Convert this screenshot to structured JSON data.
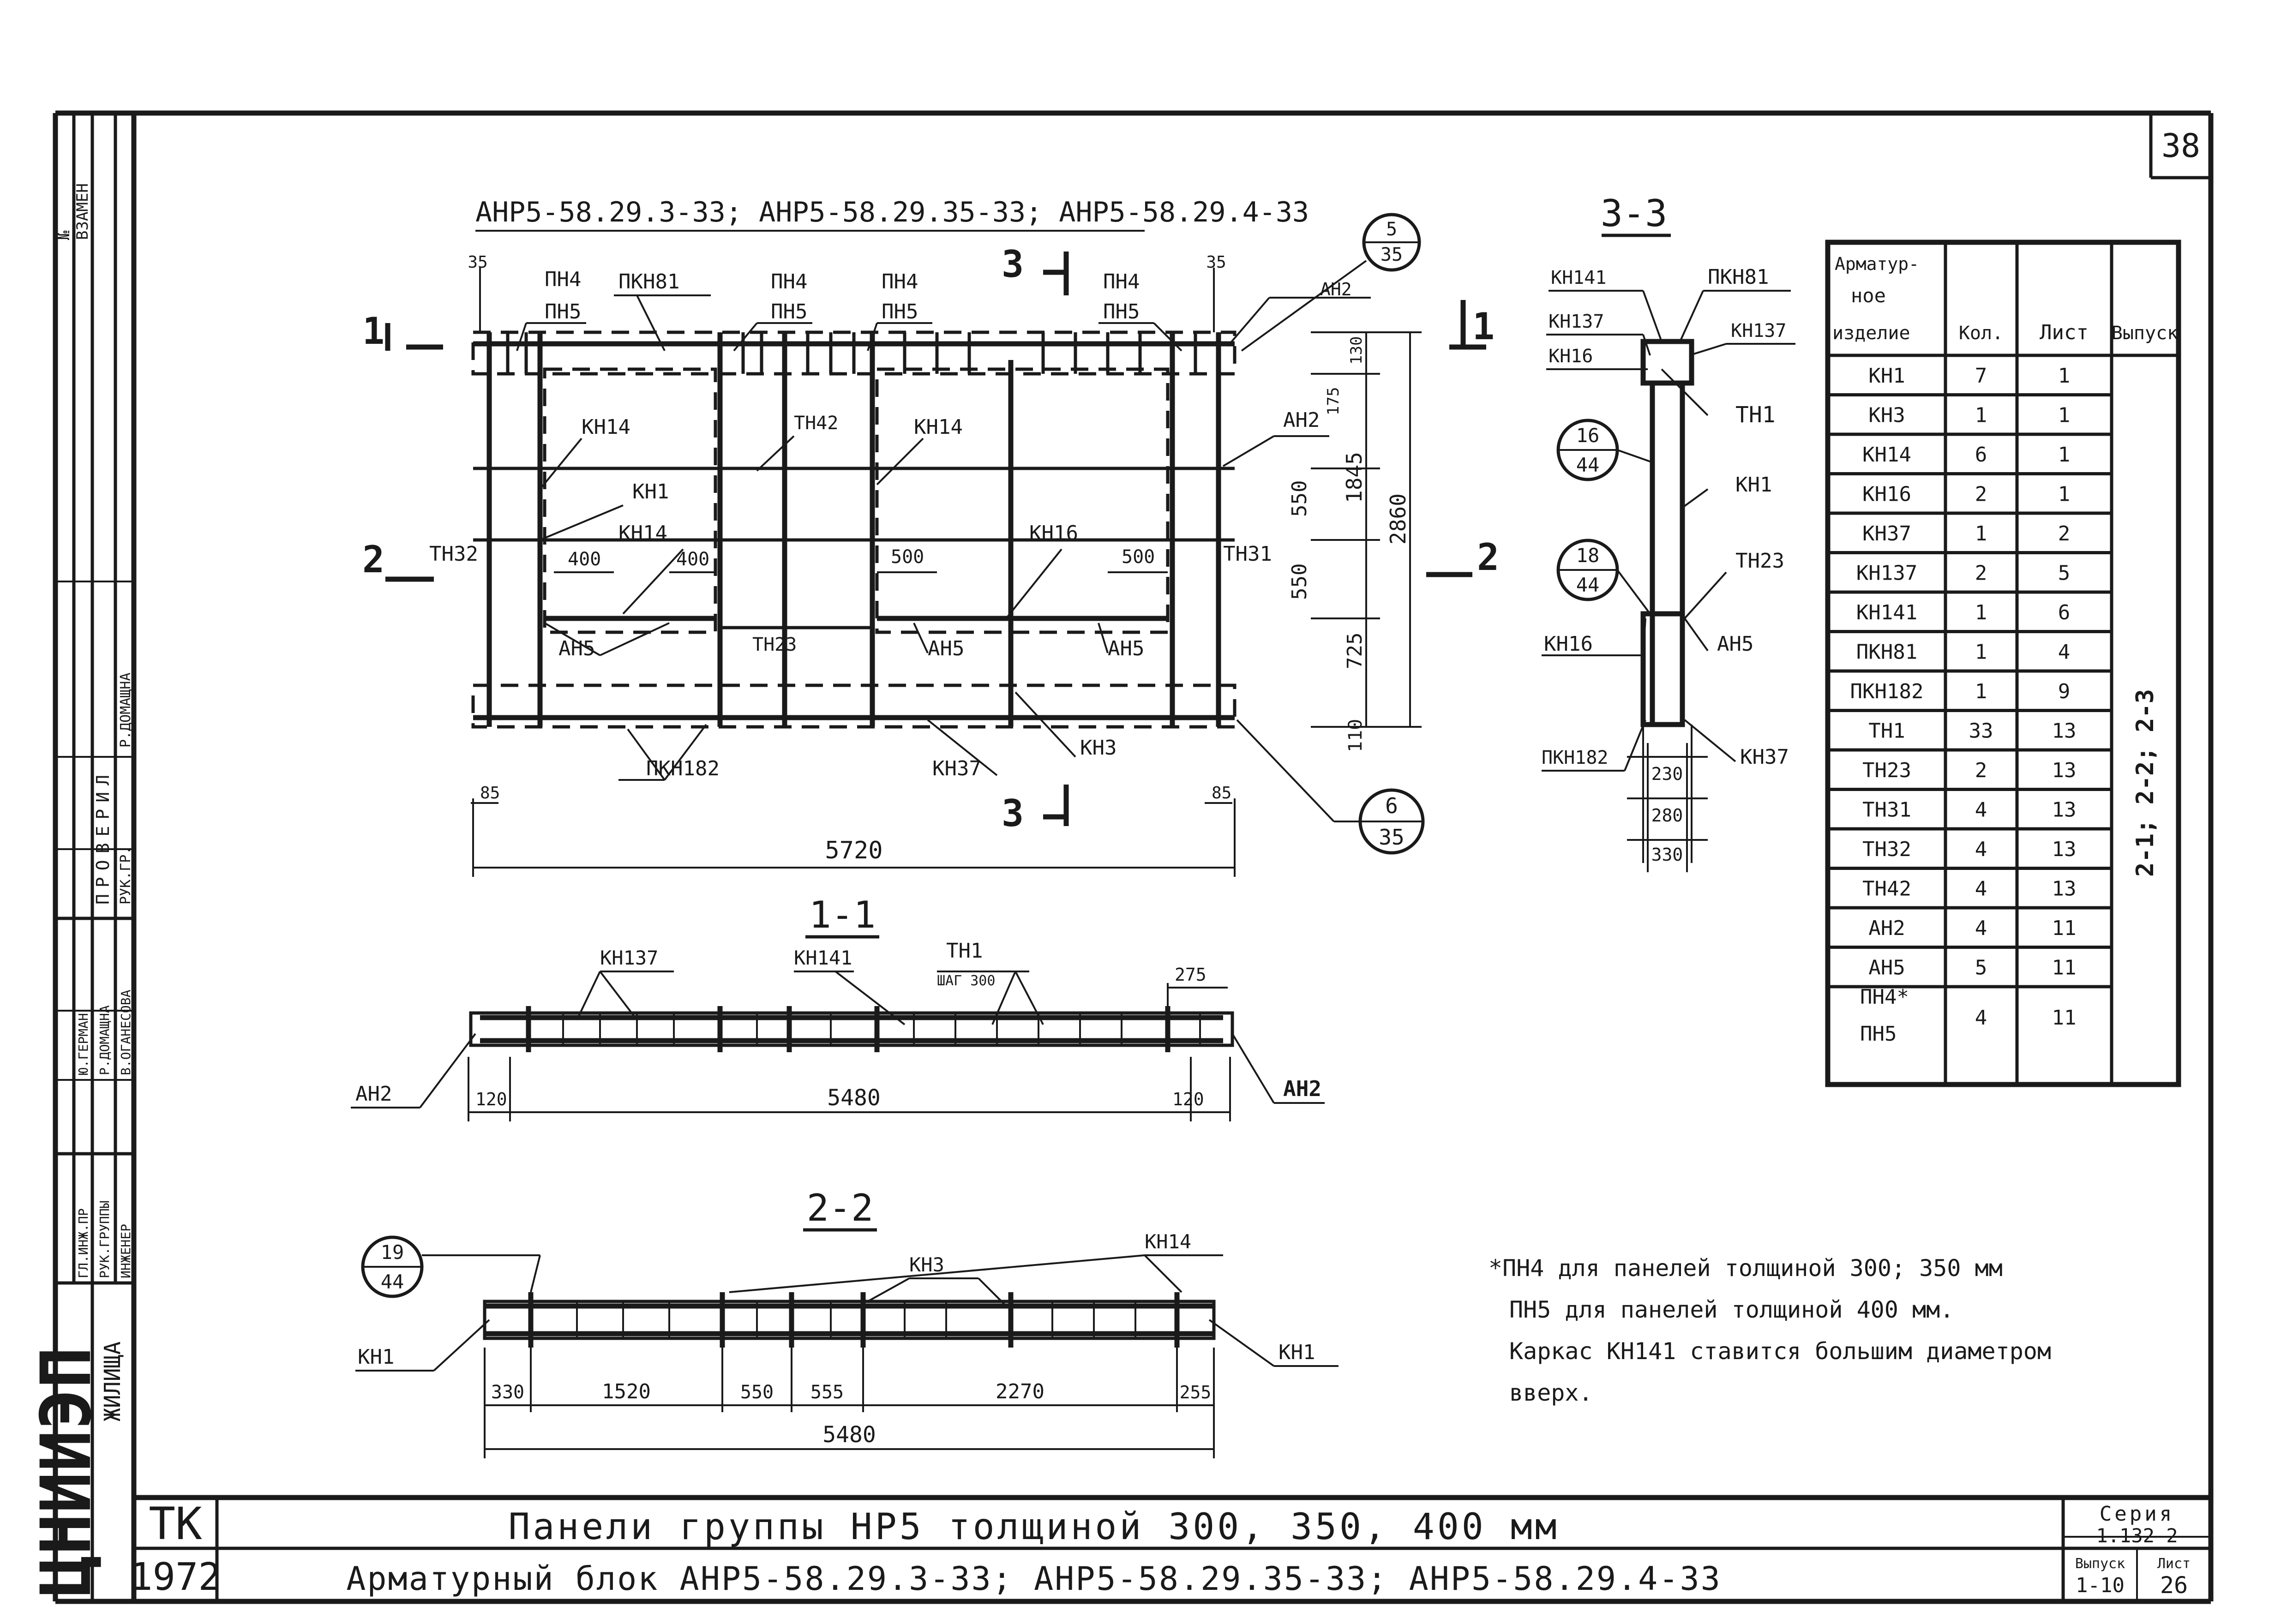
{
  "sheet_corner_number": "38",
  "main_view": {
    "title": "АНР5-58.29.3-33; АНР5-58.29.35-33; АНР5-58.29.4-33",
    "callout_top": {
      "num": "5",
      "den": "35"
    },
    "callout_bottom": {
      "num": "6",
      "den": "35"
    },
    "section_mark_1": "1",
    "section_mark_2": "2",
    "section_mark_3": "3",
    "labels": {
      "pn4_a": "ПН4",
      "pn5_a": "ПН5",
      "pkn81": "ПКН81",
      "pn4_b": "ПН4",
      "pn5_b": "ПН5",
      "pn4_c": "ПН4",
      "pn5_c": "ПН5",
      "pn4_d": "ПН4",
      "pn5_d": "ПН5",
      "an2_top": "АН2",
      "an2_right": "АН2",
      "kn14_a": "КН14",
      "kn1": "КН1",
      "kn14_b": "КН14",
      "tn42": "ТН42",
      "kn14_c": "КН14",
      "tn32": "ТН32",
      "tn31": "ТН31",
      "tn23": "ТН23",
      "kn16": "КН16",
      "an5_a": "АН5",
      "an5_b": "АН5",
      "an5_c": "АН5",
      "pkn182": "ПКН182",
      "kn37": "КН37",
      "kn3": "КН3"
    },
    "dims": {
      "d35_left": "35",
      "d35_right": "35",
      "d400_a": "400",
      "d400_b": "400",
      "d500_a": "500",
      "d500_b": "500",
      "d130": "130",
      "d175": "175",
      "d550_a": "550",
      "d550_b": "550",
      "d725": "725",
      "d110": "110",
      "d1845": "1845",
      "d2860": "2860",
      "d85_left": "85",
      "d85_right": "85",
      "d5720": "5720"
    }
  },
  "section_3_3": {
    "title": "3-3",
    "callouts": [
      {
        "num": "16",
        "den": "44"
      },
      {
        "num": "18",
        "den": "44"
      }
    ],
    "labels": {
      "kn141": "КН141",
      "pkn81": "ПКН81",
      "kn137_l": "КН137",
      "kn137_r": "КН137",
      "kn16_top": "КН16",
      "tn1": "ТН1",
      "kn1": "КН1",
      "tn23": "ТН23",
      "kn16": "КН16",
      "an5": "АН5",
      "pkn182": "ПКН182",
      "kn37": "КН37"
    },
    "dims": {
      "d230": "230",
      "d280": "280",
      "d330": "330"
    }
  },
  "section_1_1": {
    "title": "1-1",
    "labels": {
      "kn137": "КН137",
      "kn141": "КН141",
      "tn1": "ТН1",
      "step": "ШАГ 300",
      "an2_l": "АН2",
      "an2_r": "АН2"
    },
    "dims": {
      "d275": "275",
      "d120_l": "120",
      "d5480": "5480",
      "d120_r": "120"
    }
  },
  "section_2_2": {
    "title": "2-2",
    "callout": {
      "num": "19",
      "den": "44"
    },
    "labels": {
      "kn3": "КН3",
      "kn14": "КН14",
      "kn1_l": "КН1",
      "kn1_r": "КН1"
    },
    "dims": {
      "d330": "330",
      "d1520": "1520",
      "d550": "550",
      "d555": "555",
      "d2270": "2270",
      "d255": "255",
      "d5480": "5480"
    }
  },
  "schedule": {
    "headers": [
      "Арматур-",
      "ное",
      "изделие",
      "Кол.",
      "Лист",
      "Выпуск"
    ],
    "rows": [
      [
        "КН1",
        "7",
        "1"
      ],
      [
        "КН3",
        "1",
        "1"
      ],
      [
        "КН14",
        "6",
        "1"
      ],
      [
        "КН16",
        "2",
        "1"
      ],
      [
        "КН37",
        "1",
        "2"
      ],
      [
        "КН137",
        "2",
        "5"
      ],
      [
        "КН141",
        "1",
        "6"
      ],
      [
        "ПКН81",
        "1",
        "4"
      ],
      [
        "ПКН182",
        "1",
        "9"
      ],
      [
        "ТН1",
        "33",
        "13"
      ],
      [
        "ТН23",
        "2",
        "13"
      ],
      [
        "ТН31",
        "4",
        "13"
      ],
      [
        "ТН32",
        "4",
        "13"
      ],
      [
        "ТН42",
        "4",
        "13"
      ],
      [
        "АН2",
        "4",
        "11"
      ],
      [
        "АН5",
        "5",
        "11"
      ]
    ],
    "last_row": {
      "item_a": "ПН4*",
      "item_b": "ПН5",
      "qty": "4",
      "sheet": "11"
    },
    "issue": "2-1; 2-2; 2-3"
  },
  "notes": [
    "*ПН4 для панелей толщиной 300; 350 мм",
    "ПН5 для панелей толщиной 400 мм.",
    "Каркас КН141 ставится большим диаметром",
    "вверх."
  ],
  "stamp": {
    "org": "ЦНИИЭП",
    "org_sub": "ЖИЛИЩА",
    "roles": [
      "ГЛ.ИНЖ.ПР",
      "РУК.ГРУППЫ",
      "ИНЖЕНЕР"
    ],
    "names": [
      "Ю.ГЕРМАН",
      "Р.ДОМАЩНА",
      "В.ОГАНЕСОВА"
    ],
    "checked": "ПРОВЕРИЛ",
    "checked_role": "РУК.ГР.",
    "checked_name": "Р.ДОМАЩНА",
    "replaces": "ВЗАМЕН",
    "no_label": "№"
  },
  "title_block": {
    "tk": "ТК",
    "year": "1972",
    "line1": "Панели группы НР5 толщиной 300, 350, 400 мм",
    "line2": "Арматурный блок АНР5-58.29.3-33; АНР5-58.29.35-33; АНР5-58.29.4-33",
    "series_label": "Серия",
    "series": "1.132-2",
    "issue_label": "Выпуск",
    "issue": "1-10",
    "sheet_label": "Лист",
    "sheet": "26"
  }
}
